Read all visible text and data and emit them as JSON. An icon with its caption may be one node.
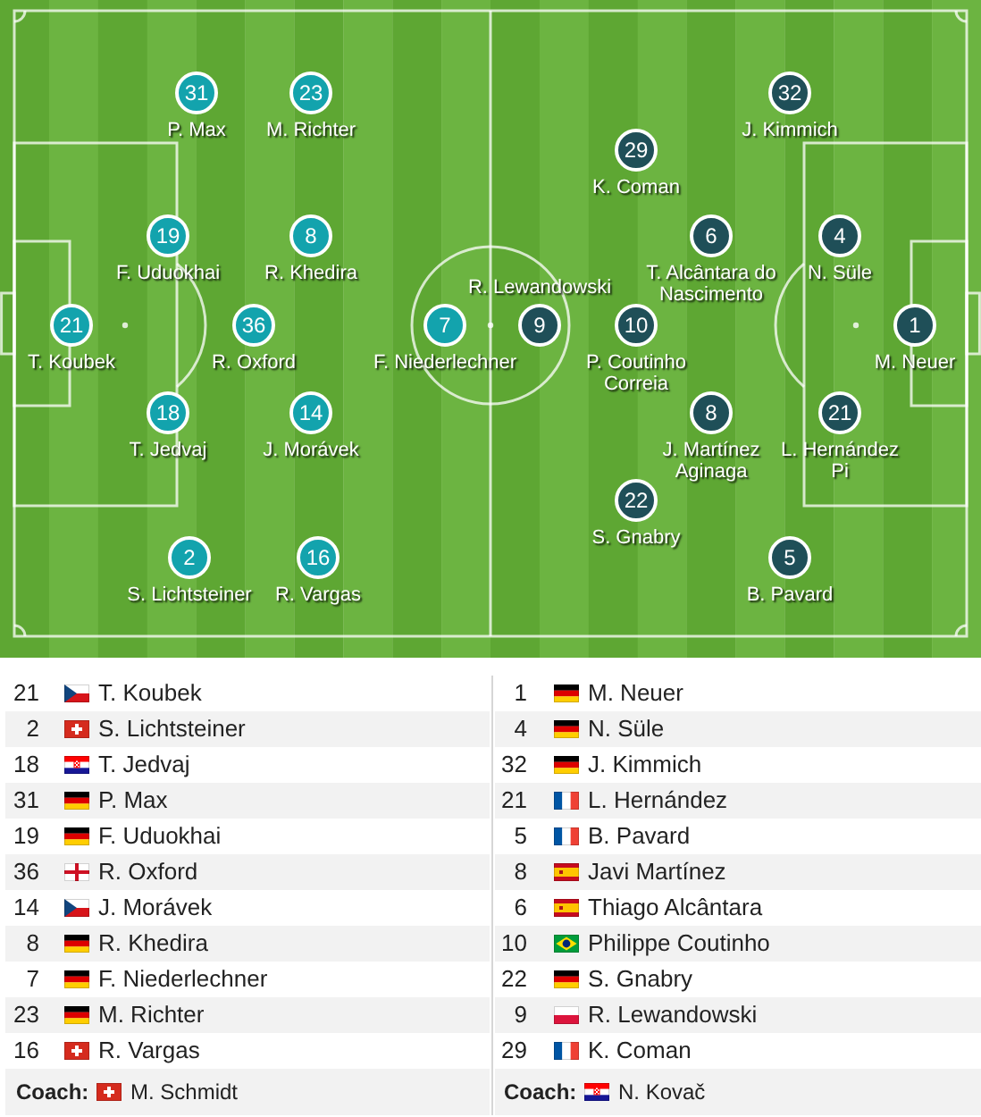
{
  "diagram": {
    "nodes": [
      {
        "text": [
          "31"
        ],
        "beside": [
          "P. Max"
        ]
      },
      {
        "text": [
          "23"
        ],
        "beside": [
          "M. Richter"
        ]
      },
      {
        "text": [
          "32"
        ],
        "beside": [
          "J. Kimmich"
        ]
      },
      {
        "text": [
          "29"
        ],
        "beside": [
          "K. Coman"
        ]
      },
      {
        "text": [
          "19"
        ],
        "beside": [
          "F. Uduokhai"
        ]
      },
      {
        "text": [
          "8"
        ],
        "beside": [
          "R. Khedira"
        ]
      },
      {
        "text": [
          "6"
        ],
        "beside": [
          "T. Alcântara do Nascimento"
        ]
      },
      {
        "text": [
          "4"
        ],
        "beside": [
          "N. Süle"
        ]
      },
      {
        "text": [
          "21"
        ],
        "beside": [
          "T. Koubek"
        ]
      },
      {
        "text": [
          "36"
        ],
        "beside": [
          "R. Oxford"
        ]
      },
      {
        "text": [
          "7"
        ],
        "beside": [
          "F. Niederlechner"
        ]
      },
      {
        "text": [
          "9"
        ],
        "beside": [
          "R. Lewandowski"
        ]
      },
      {
        "text": [
          "10"
        ],
        "beside": [
          "P. Coutinho Correia"
        ]
      },
      {
        "text": [
          "1"
        ],
        "beside": [
          "M. Neuer"
        ]
      },
      {
        "text": [
          "18"
        ],
        "beside": [
          "T. Jedvaj"
        ]
      },
      {
        "text": [
          "14"
        ],
        "beside": [
          "J. Morávek"
        ]
      },
      {
        "text": [
          "8"
        ],
        "beside": [
          "J. Martínez Aginaga"
        ]
      },
      {
        "text": [
          "21"
        ],
        "beside": [
          "L. Hernández Pi"
        ]
      },
      {
        "text": [
          "22"
        ],
        "beside": [
          "S. Gnabry"
        ]
      },
      {
        "text": [
          "2"
        ],
        "beside": [
          "S. Lichtsteiner"
        ]
      },
      {
        "text": [
          "16"
        ],
        "beside": [
          "R. Vargas"
        ]
      },
      {
        "text": [
          "5"
        ],
        "beside": [
          "B. Pavard"
        ]
      }
    ],
    "labels": [
      "21",
      "T. Koubek",
      "1",
      "M. Neuer",
      "2",
      "S. Lichtsteiner",
      "4",
      "N. Süle",
      "18",
      "T. Jedvaj",
      "32",
      "J. Kimmich",
      "31",
      "P. Max",
      "21",
      "L. Hernández",
      "19",
      "F. Uduokhai",
      "5",
      "B. Pavard",
      "36",
      "R. Oxford",
      "8",
      "Javi Martínez",
      "14",
      "J. Morávek",
      "6",
      "Thiago Alcântara",
      "8",
      "R. Khedira",
      "10",
      "Philippe Coutinho",
      "7",
      "F. Niederlechner",
      "22",
      "S. Gnabry",
      "23",
      "M. Richter",
      "9",
      "R. Lewandowski",
      "16",
      "R. Vargas",
      "29",
      "K. Coman",
      "Coach:",
      "M. Schmidt",
      "Coach:",
      "N. Kovač"
    ]
  }
}
